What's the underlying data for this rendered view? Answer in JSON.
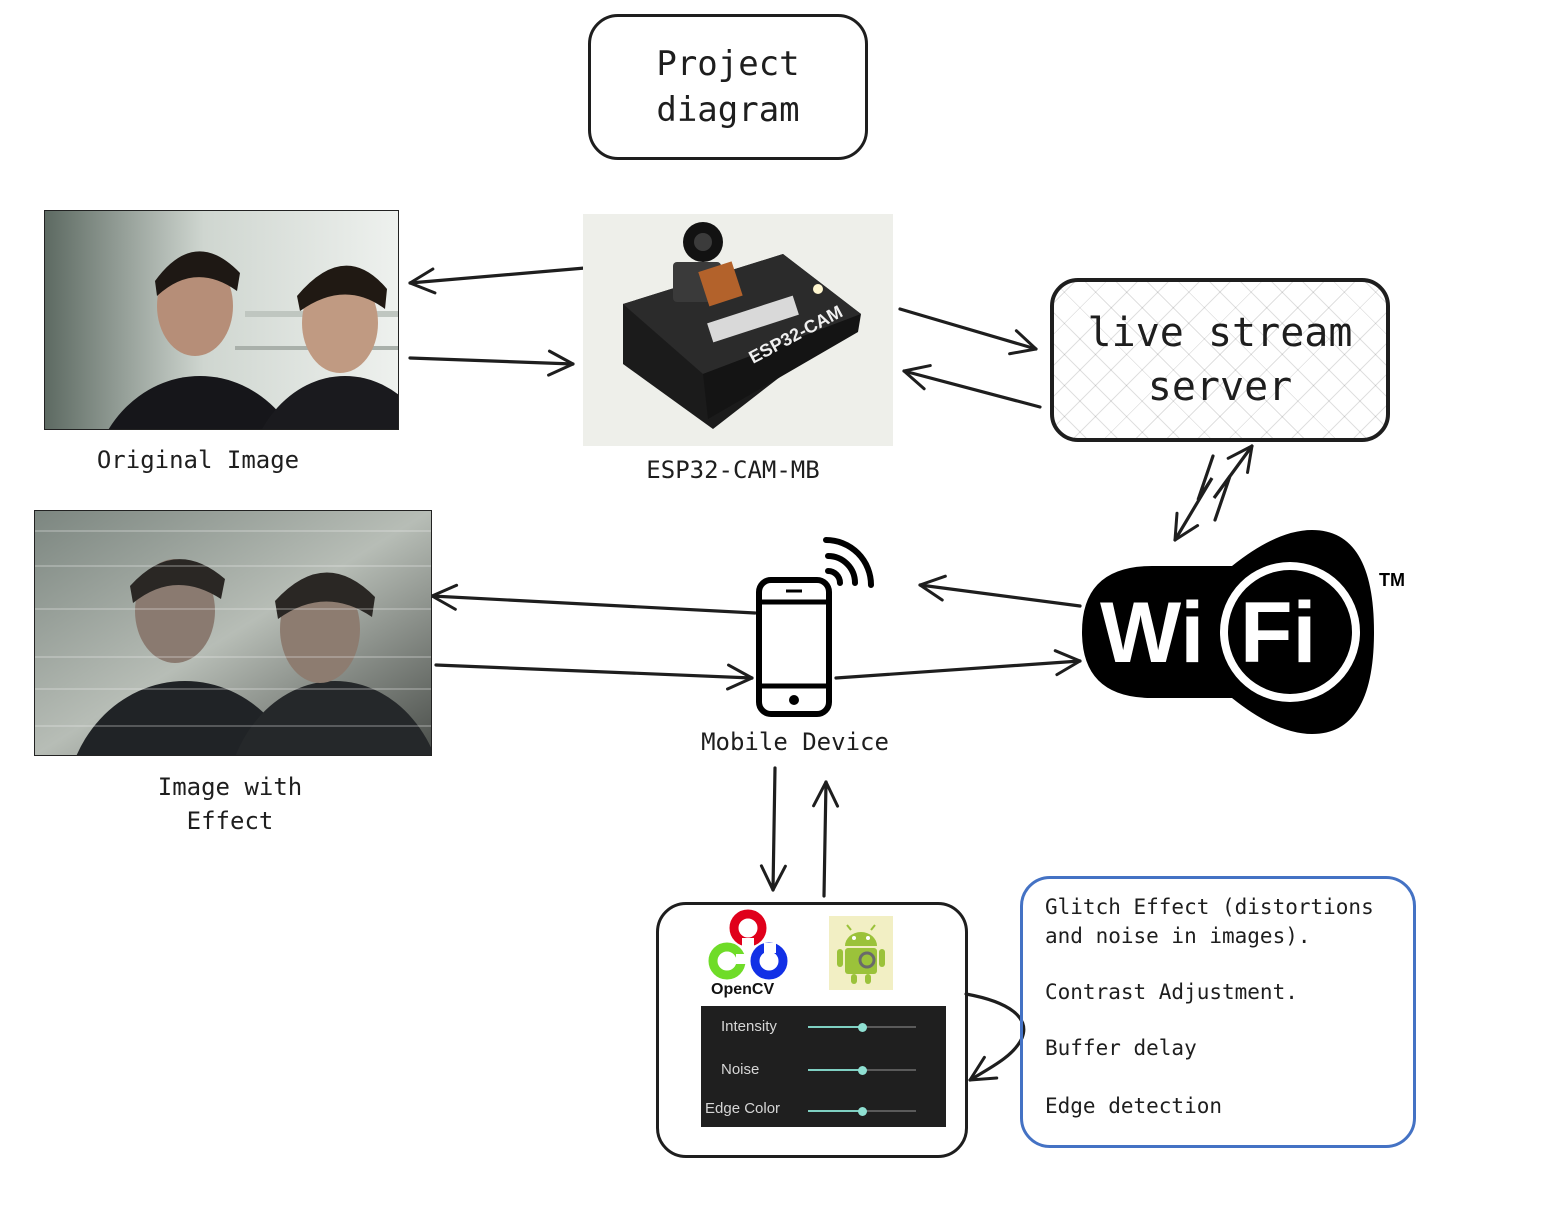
{
  "title": {
    "line1": "Project",
    "line2": "diagram"
  },
  "original_image": {
    "caption": "Original Image"
  },
  "effect_image": {
    "caption_line1": "Image with",
    "caption_line2": "Effect"
  },
  "esp32": {
    "board_label": "ESP32-CAM",
    "caption": "ESP32-CAM-MB"
  },
  "stream_server": {
    "line1": "live stream",
    "line2": "server"
  },
  "wifi": {
    "wi": "Wi",
    "fi": "Fi",
    "tm": "TM"
  },
  "mobile": {
    "caption": "Mobile Device"
  },
  "app": {
    "opencv_label": "OpenCV",
    "sliders": [
      {
        "label": "Intensity",
        "value": 0.5
      },
      {
        "label": "Noise",
        "value": 0.5
      },
      {
        "label": "Edge Color",
        "value": 0.5
      }
    ]
  },
  "effects": {
    "items": [
      "Glitch Effect (distortions and noise in images).",
      "Contrast Adjustment.",
      "Buffer delay",
      "Edge detection"
    ]
  },
  "colors": {
    "stroke": "#1e1e1e",
    "effects_border": "#4472c4",
    "slider_accent": "#7fd0c2",
    "opencv_red": "#e0001b",
    "opencv_green": "#6fdc28",
    "opencv_blue": "#1230e6",
    "android_green": "#9bc23a"
  }
}
